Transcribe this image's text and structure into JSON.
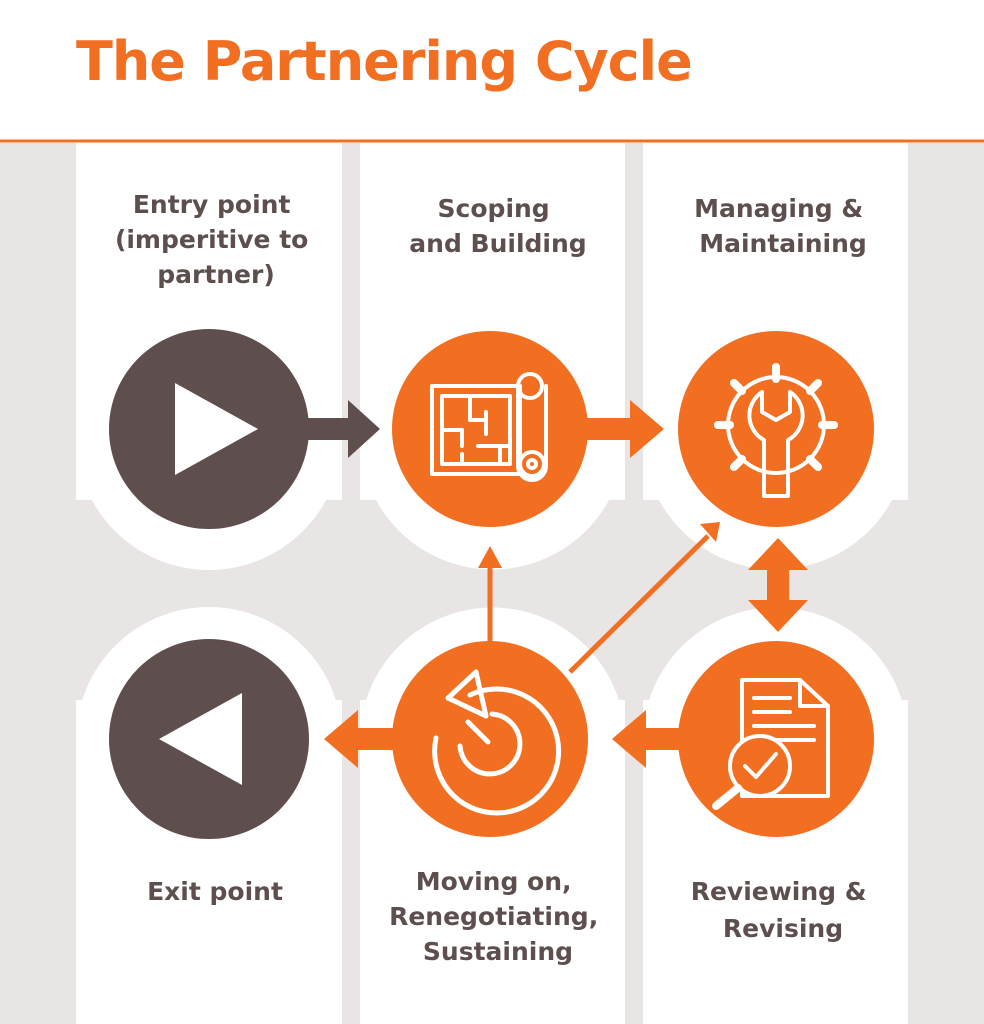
{
  "title": "The Partnering Cycle",
  "colors": {
    "accent": "#f26f21",
    "dark": "#5e4e4d",
    "band": "#e8e5e4",
    "white": "#ffffff",
    "text": "#5d4f4d"
  },
  "stages": [
    {
      "id": "entry",
      "lines": [
        "Entry point",
        "(imperitive to",
        "partner)"
      ],
      "icon": "play-icon"
    },
    {
      "id": "scoping",
      "lines": [
        "Scoping",
        "and Building"
      ],
      "icon": "blueprint-icon"
    },
    {
      "id": "managing",
      "lines": [
        "Managing &",
        "Maintaining"
      ],
      "icon": "gear-wrench-icon"
    },
    {
      "id": "exit",
      "lines": [
        "Exit point"
      ],
      "icon": "reverse-icon"
    },
    {
      "id": "moving",
      "lines": [
        "Moving on,",
        "Renegotiating,",
        "Sustaining"
      ],
      "icon": "cycle-arrow-icon"
    },
    {
      "id": "reviewing",
      "lines": [
        "Reviewing &",
        "Revising"
      ],
      "icon": "document-review-icon"
    }
  ]
}
